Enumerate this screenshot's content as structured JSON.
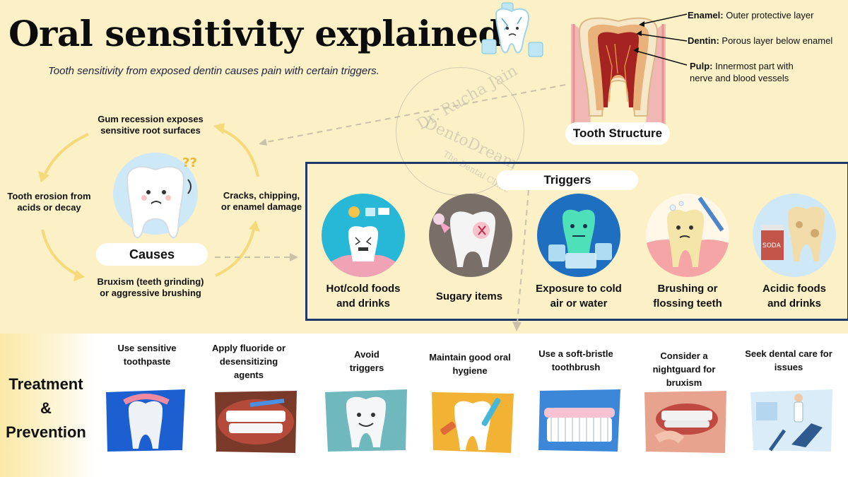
{
  "header": {
    "title": "Oral sensitivity explained",
    "subtitle": "Tooth sensitivity from exposed dentin causes pain with certain triggers."
  },
  "tooth_structure": {
    "label": "Tooth Structure",
    "parts": [
      {
        "name": "Enamel:",
        "desc": "Outer protective layer"
      },
      {
        "name": "Dentin:",
        "desc": "Porous layer below enamel"
      },
      {
        "name": "Pulp:",
        "desc": "Innermost part with",
        "desc2": "nerve and blood vessels"
      }
    ]
  },
  "causes": {
    "label": "Causes",
    "items": [
      {
        "line1": "Gum recession exposes",
        "line2": "sensitive root surfaces"
      },
      {
        "line1": "Cracks, chipping,",
        "line2": "or enamel damage"
      },
      {
        "line1": "Bruxism (teeth grinding)",
        "line2": "or aggressive brushing"
      },
      {
        "line1": "Tooth erosion from",
        "line2": "acids or decay"
      }
    ]
  },
  "triggers": {
    "label": "Triggers",
    "items": [
      {
        "line1": "Hot/cold foods",
        "line2": "and drinks",
        "icon": "hot-cold-tooth-icon"
      },
      {
        "line1": "Sugary items",
        "line2": "",
        "icon": "sugary-tooth-icon"
      },
      {
        "line1": "Exposure to cold",
        "line2": "air or water",
        "icon": "ice-tooth-icon"
      },
      {
        "line1": "Brushing or",
        "line2": "flossing teeth",
        "icon": "brushing-tooth-icon"
      },
      {
        "line1": "Acidic foods",
        "line2": "and drinks",
        "icon": "soda-tooth-icon"
      }
    ],
    "soda_text": "SODA"
  },
  "treatment": {
    "heading_line1": "Treatment",
    "heading_line2": "&",
    "heading_line3": "Prevention",
    "items": [
      {
        "line1": "Use sensitive",
        "line2": "toothpaste",
        "line3": ""
      },
      {
        "line1": "Apply fluoride or",
        "line2": "desensitizing",
        "line3": "agents"
      },
      {
        "line1": "Avoid",
        "line2": "triggers",
        "line3": ""
      },
      {
        "line1": "Maintain good oral",
        "line2": "hygiene",
        "line3": ""
      },
      {
        "line1": "Use a soft-bristle",
        "line2": "toothbrush",
        "line3": ""
      },
      {
        "line1": "Consider a",
        "line2": "nightguard for",
        "line3": "bruxism"
      },
      {
        "line1": "Seek dental care for",
        "line2": "issues",
        "line3": ""
      }
    ]
  },
  "watermark": {
    "line1": "Dr. Rucha Jain",
    "line2": "DentoDream",
    "line3": "The Dental Clinic"
  },
  "colors": {
    "background": "#fbf0c6",
    "trigger_border": "#1f3a6a",
    "arrow": "#f5d97a"
  }
}
